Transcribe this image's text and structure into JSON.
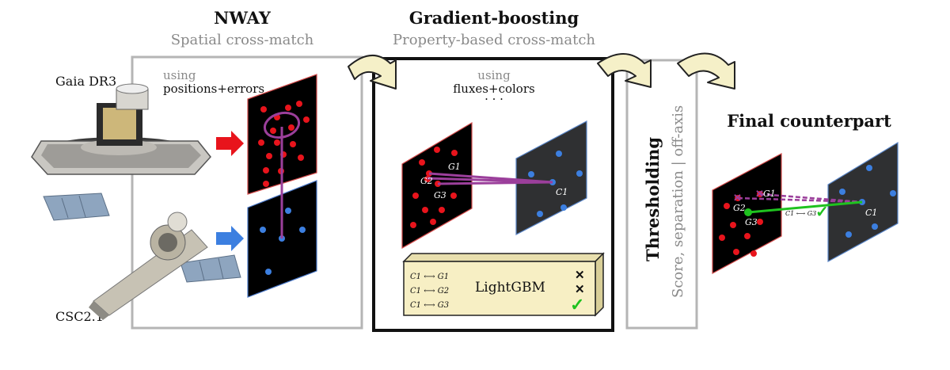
{
  "nway": {
    "title": "NWAY",
    "subtitle": "Spatial cross-match",
    "using": "using",
    "method": "positions+errors"
  },
  "gb": {
    "title": "Gradient-boosting",
    "subtitle": "Property-based cross-match",
    "using": "using",
    "method": "fluxes+colors",
    "ellipsis": "· · ·",
    "lightgbm": "LightGBM",
    "pairs": [
      "C1 ⟷ G1",
      "C1 ⟷ G2",
      "C1 ⟷ G3"
    ],
    "results": [
      "✕",
      "✕",
      "✓"
    ]
  },
  "threshold": {
    "title": "Thresholding",
    "subtitle": "Score, separation | off-axis"
  },
  "final": {
    "title": "Final counterpart",
    "match_label": "C1 ⟷ G3"
  },
  "catalogs": {
    "gaia": "Gaia DR3",
    "csc": "CSC2.1"
  },
  "labels": {
    "G1": "G1",
    "G2": "G2",
    "G3": "G3",
    "C1": "C1"
  },
  "colors": {
    "gaia_dot": "#e8141c",
    "csc_dot": "#3c7fe0",
    "match_line": "#9b3f9b",
    "accept": "#1fc21f",
    "arrow_fill": "#f5f0c8",
    "box_fill": "#f7efc4"
  }
}
